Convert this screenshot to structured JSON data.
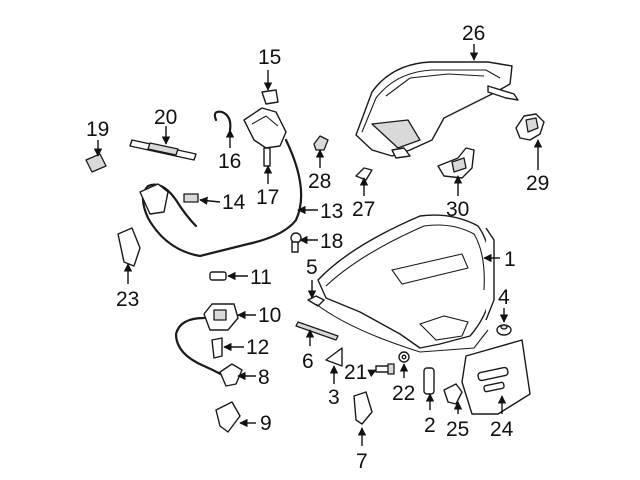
{
  "callouts": {
    "c1": "1",
    "c2": "2",
    "c3": "3",
    "c4": "4",
    "c5": "5",
    "c6": "6",
    "c7": "7",
    "c8": "8",
    "c9": "9",
    "c10": "10",
    "c11": "11",
    "c12": "12",
    "c13": "13",
    "c14": "14",
    "c15": "15",
    "c16": "16",
    "c17": "17",
    "c18": "18",
    "c19": "19",
    "c20": "20",
    "c21": "21",
    "c22": "22",
    "c23": "23",
    "c24": "24",
    "c25": "25",
    "c26": "26",
    "c27": "27",
    "c28": "28",
    "c29": "29",
    "c30": "30"
  },
  "colors": {
    "line": "#1a1a1a",
    "background": "#ffffff",
    "shade": "#d9d9d9"
  }
}
